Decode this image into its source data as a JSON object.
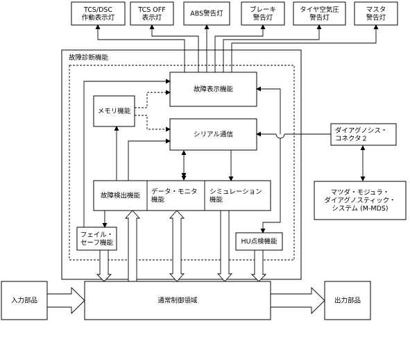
{
  "lamps": {
    "tcs_dsc": [
      "TCS/DSC",
      "作動表示灯"
    ],
    "tcs_off": [
      "TCS OFF",
      "表示灯"
    ],
    "abs": [
      "ABS警告灯"
    ],
    "brake": [
      "ブレーキ",
      "警告灯"
    ],
    "tire": [
      "タイヤ空気圧",
      "警告灯"
    ],
    "master": [
      "マスタ",
      "警告灯"
    ]
  },
  "diagnosis": {
    "title": "故障診断機能"
  },
  "functions": {
    "display": [
      "故障表示機能"
    ],
    "memory": [
      "メモリ機能"
    ],
    "serial": [
      "シリアル通信"
    ],
    "detect": [
      "故障検出機能"
    ],
    "monitor": [
      "データ・モニタ",
      "機能"
    ],
    "simulation": [
      "シミュレーション",
      "機能"
    ],
    "failsafe": [
      "フェイル・",
      "セーフ機能"
    ],
    "hu_check": [
      "HU点検機能"
    ]
  },
  "external": {
    "connector": [
      "ダイアグノシス・",
      "コネクタ２"
    ],
    "mmds": [
      "マツダ・モジュラ・",
      "ダイアグノスティック・",
      "システム (M-MDS)"
    ]
  },
  "io": {
    "input": [
      "入力部品"
    ],
    "control": [
      "通常制御領域"
    ],
    "output": [
      "出力部品"
    ]
  }
}
